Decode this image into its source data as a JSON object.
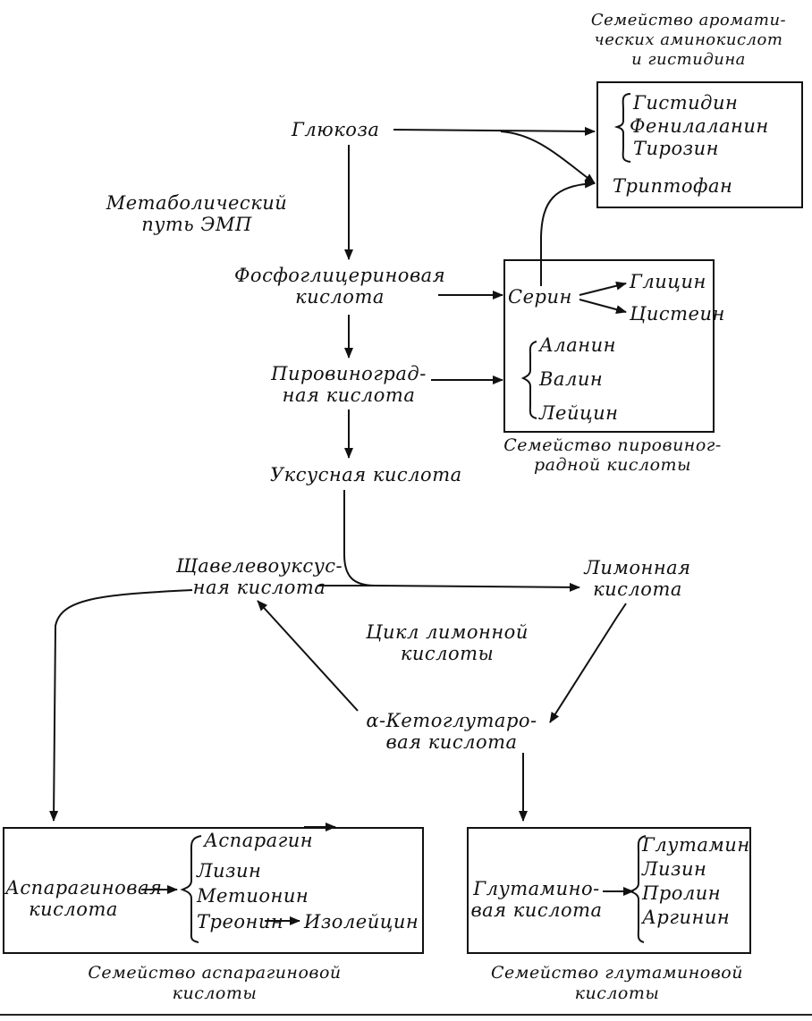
{
  "aromatic_family": {
    "caption_line1": "Семейство аромати-",
    "caption_line2": "ческих аминокислот",
    "caption_line3": "и гистидина",
    "histidine": "Гистидин",
    "phenylalanine": "Фенилаланин",
    "tyrosine": "Тирозин",
    "tryptophan": "Триптофан"
  },
  "glucose": "Глюкоза",
  "pathway_label_line1": "Метаболический",
  "pathway_label_line2": "путь ЭМП",
  "phosphoglyceric_line1": "Фосфоглицериновая",
  "phosphoglyceric_line2": "кислота",
  "pyruvic_line1": "Пировиноград-",
  "pyruvic_line2": "ная кислота",
  "acetic": "Уксусная кислота",
  "pyruvate_family": {
    "serine": "Серин",
    "glycine": "Глицин",
    "cysteine": "Цистеин",
    "alanine": "Аланин",
    "valine": "Валин",
    "leucine": "Лейцин",
    "caption_line1": "Семейство пировиног-",
    "caption_line2": "радной кислоты"
  },
  "oxaloacetic_line1": "Щавелевоуксус-",
  "oxaloacetic_line2": "ная кислота",
  "citric_line1": "Лимонная",
  "citric_line2": "кислота",
  "cycle_line1": "Цикл лимонной",
  "cycle_line2": "кислоты",
  "ketoglutaric_line1": "α-Кетоглутаро-",
  "ketoglutaric_line2": "вая кислота",
  "aspartate_family": {
    "source_line1": "Аспарагиновая",
    "source_line2": "кислота",
    "asparagine": "Аспарагин",
    "lysine": "Лизин",
    "methionine": "Метионин",
    "threonine": "Треонин",
    "isoleucine": "Изолейцин",
    "caption_line1": "Семейство аспарагиновой",
    "caption_line2": "кислоты"
  },
  "glutamate_family": {
    "source_line1": "Глутамино-",
    "source_line2": "вая кислота",
    "glutamine": "Глутамин",
    "lysine": "Лизин",
    "proline": "Пролин",
    "arginine": "Аргинин",
    "caption_line1": "Семейство глутаминовой",
    "caption_line2": "кислоты"
  }
}
